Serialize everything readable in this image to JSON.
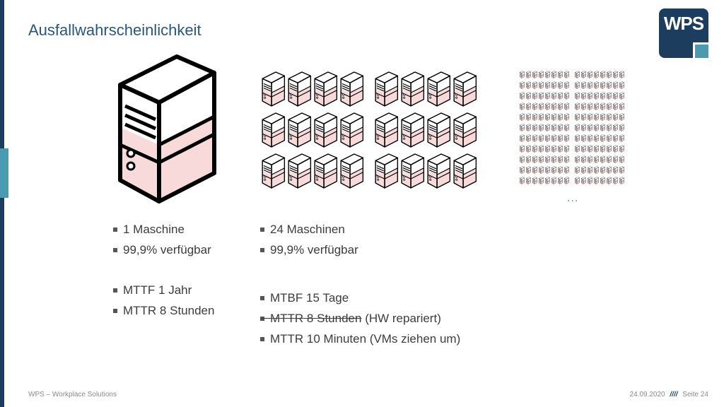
{
  "slide": {
    "title": "Ausfallwahrscheinlichkeit",
    "logo_text": "WPS"
  },
  "columns": {
    "single": {
      "group1": [
        "1 Maschine",
        "99,9% verfügbar"
      ],
      "group2": [
        "MTTF 1 Jahr",
        "MTTR 8 Stunden"
      ]
    },
    "cluster": {
      "group1": [
        "24 Maschinen",
        "99,9% verfügbar"
      ],
      "mtbf": "MTBF 15 Tage",
      "mttr_struck": "MTTR 8 Stunden",
      "mttr_struck_note": "(HW repariert)",
      "mttr_new": "MTTR 10 Minuten (VMs ziehen um)"
    }
  },
  "more_indicator": "...",
  "footer": {
    "left": "WPS – Workplace Solutions",
    "date": "24.09.2020",
    "separator": "////",
    "page": "Seite 24"
  },
  "colors": {
    "navy": "#1c3d5e",
    "teal": "#4a9bb0",
    "server_fill": "#f9dada",
    "title": "#2a5778"
  },
  "icons": {
    "server": "server-icon",
    "logo": "wps-logo"
  }
}
